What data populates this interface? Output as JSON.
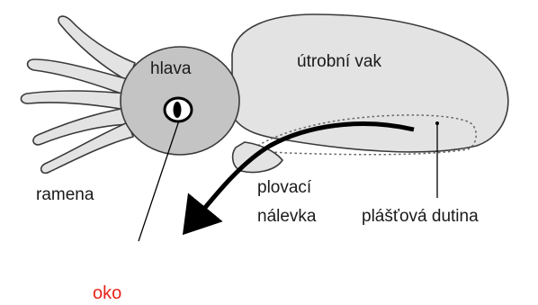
{
  "labels": {
    "head": "hlava",
    "visceral_sac": "útrobní vak",
    "arms": "ramena",
    "funnel_line1": "plovací",
    "funnel_line2": "nálevka",
    "mantle_cavity": "plášťová dutina",
    "eye": "oko"
  },
  "colors": {
    "body_fill": "#e3e3e3",
    "head_fill": "#c4c4c4",
    "outline": "#3a3a3a",
    "eye_label": "#e8241b"
  }
}
